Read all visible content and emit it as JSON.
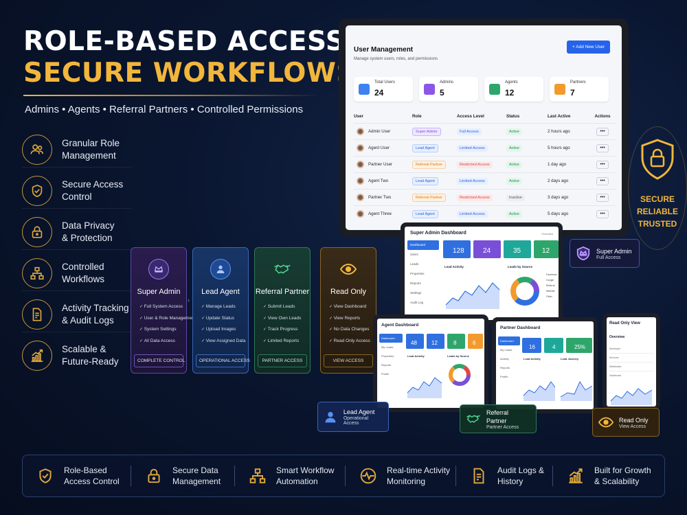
{
  "headline": {
    "line1": "ROLE-BASED ACCESS &",
    "line2": "SECURE WORKFLOWS",
    "roles_line": "Admins • Agents • Referral Partners • Controlled Permissions"
  },
  "features": [
    {
      "icon": "users-icon",
      "l1": "Granular Role",
      "l2": "Management"
    },
    {
      "icon": "shield-check-icon",
      "l1": "Secure Access",
      "l2": "Control"
    },
    {
      "icon": "lock-icon",
      "l1": "Data Privacy",
      "l2": "& Protection"
    },
    {
      "icon": "workflow-icon",
      "l1": "Controlled",
      "l2": "Workflows"
    },
    {
      "icon": "document-audit-icon",
      "l1": "Activity Tracking",
      "l2": "& Audit Logs"
    },
    {
      "icon": "growth-chart-icon",
      "l1": "Scalable &",
      "l2": "Future-Ready"
    }
  ],
  "role_cards": [
    {
      "title": "Super Admin",
      "items": [
        "Full System Access",
        "User & Role Management",
        "System Settings",
        "All Data Access"
      ],
      "button": "COMPLETE CONTROL"
    },
    {
      "title": "Lead Agent",
      "items": [
        "Manage Leads",
        "Update Status",
        "Upload Images",
        "View Assigned Data"
      ],
      "button": "OPERATIONAL ACCESS"
    },
    {
      "title": "Referral Partner",
      "items": [
        "Submit Leads",
        "View Own Leads",
        "Track Progress",
        "Limited Reports"
      ],
      "button": "PARTNER ACCESS"
    },
    {
      "title": "Read Only",
      "items": [
        "View Dashboard",
        "View Reports",
        "No Data Changes",
        "Read Only Access"
      ],
      "button": "VIEW ACCESS"
    }
  ],
  "user_mgmt": {
    "title": "User Management",
    "subtitle": "Manage system users, roles, and permissions",
    "add_button": "+ Add New User",
    "stats": [
      {
        "label": "Total Users",
        "value": "24",
        "color": "#3d82f0"
      },
      {
        "label": "Admins",
        "value": "5",
        "color": "#8a57e6"
      },
      {
        "label": "Agents",
        "value": "12",
        "color": "#2ea66b"
      },
      {
        "label": "Partners",
        "value": "7",
        "color": "#f29a2e"
      }
    ],
    "columns": [
      "User",
      "Role",
      "Access Level",
      "Status",
      "Last Active",
      "Actions"
    ],
    "rows": [
      {
        "user": "Admin User",
        "role": "Super Admin",
        "access": "Full Access",
        "status": "Active",
        "last": "2 hours ago"
      },
      {
        "user": "Agent User",
        "role": "Lead Agent",
        "access": "Limited Access",
        "status": "Active",
        "last": "5 hours ago"
      },
      {
        "user": "Partner User",
        "role": "Referral Partner",
        "access": "Restricted Access",
        "status": "Active",
        "last": "1 day ago"
      },
      {
        "user": "Agent Two",
        "role": "Lead Agent",
        "access": "Limited Access",
        "status": "Active",
        "last": "2 days ago"
      },
      {
        "user": "Partner Two",
        "role": "Referral Partner",
        "access": "Restricted Access",
        "status": "Inactive",
        "last": "3 days ago"
      },
      {
        "user": "Agent Three",
        "role": "Lead Agent",
        "access": "Limited Access",
        "status": "Active",
        "last": "5 days ago"
      }
    ],
    "actions_glyph": "•••"
  },
  "secure_badge": {
    "l1": "SECURE",
    "l2": "RELIABLE",
    "l3": "TRUSTED"
  },
  "super_dash": {
    "title": "Super Admin Dashboard",
    "corner": "Overview",
    "nav": [
      "Dashboard",
      "Users",
      "Leads",
      "Properties",
      "Reports",
      "Settings",
      "Audit Log"
    ],
    "kpis": [
      "128",
      "24",
      "35",
      "12"
    ],
    "chart1": "Lead Activity",
    "chart2": "Leads by Source",
    "legend": [
      "Facebook",
      "Google",
      "Referral",
      "Website",
      "Other"
    ]
  },
  "agent_dash": {
    "title": "Agent Dashboard",
    "nav": [
      "Dashboard",
      "My Leads",
      "Properties",
      "Reports",
      "Profile"
    ],
    "kpis": [
      "48",
      "12",
      "8",
      "6"
    ],
    "chart1": "Lead Activity",
    "chart2": "Leads by Source"
  },
  "partner_dash": {
    "title": "Partner Dashboard",
    "nav": [
      "Dashboard",
      "My Leads",
      "Activity",
      "Reports",
      "Profile"
    ],
    "kpis": [
      "16",
      "4",
      "25%"
    ],
    "chart1": "Lead Activity",
    "chart2": "Lead Journey"
  },
  "readonly_dash": {
    "title": "Read Only View",
    "section": "Overview",
    "rows": [
      "Developer",
      "Services",
      "Distribution",
      "Dashboard"
    ]
  },
  "overlay_badges": {
    "super_admin": {
      "title": "Super Admin",
      "sub": "Full Access"
    },
    "lead_agent": {
      "title": "Lead Agent",
      "sub": "Operational Access"
    },
    "referral_partner": {
      "title": "Referral Partner",
      "sub": "Partner Access"
    },
    "read_only": {
      "title": "Read Only",
      "sub": "View Access"
    }
  },
  "bottom_bar": [
    {
      "icon": "shield-check-icon",
      "l1": "Role-Based",
      "l2": "Access Control"
    },
    {
      "icon": "lock-icon",
      "l1": "Secure Data",
      "l2": "Management"
    },
    {
      "icon": "workflow-icon",
      "l1": "Smart Workflow",
      "l2": "Automation"
    },
    {
      "icon": "activity-monitor-icon",
      "l1": "Real-time Activity",
      "l2": "Monitoring"
    },
    {
      "icon": "document-audit-icon",
      "l1": "Audit Logs &",
      "l2": "History"
    },
    {
      "icon": "growth-chart-icon",
      "l1": "Built for Growth",
      "l2": "& Scalability"
    }
  ],
  "colors": {
    "gold": "#f2b63c",
    "purple": "#8a57e6",
    "blue": "#3d82f0",
    "green": "#2ea66b",
    "orange": "#f29a2e"
  }
}
